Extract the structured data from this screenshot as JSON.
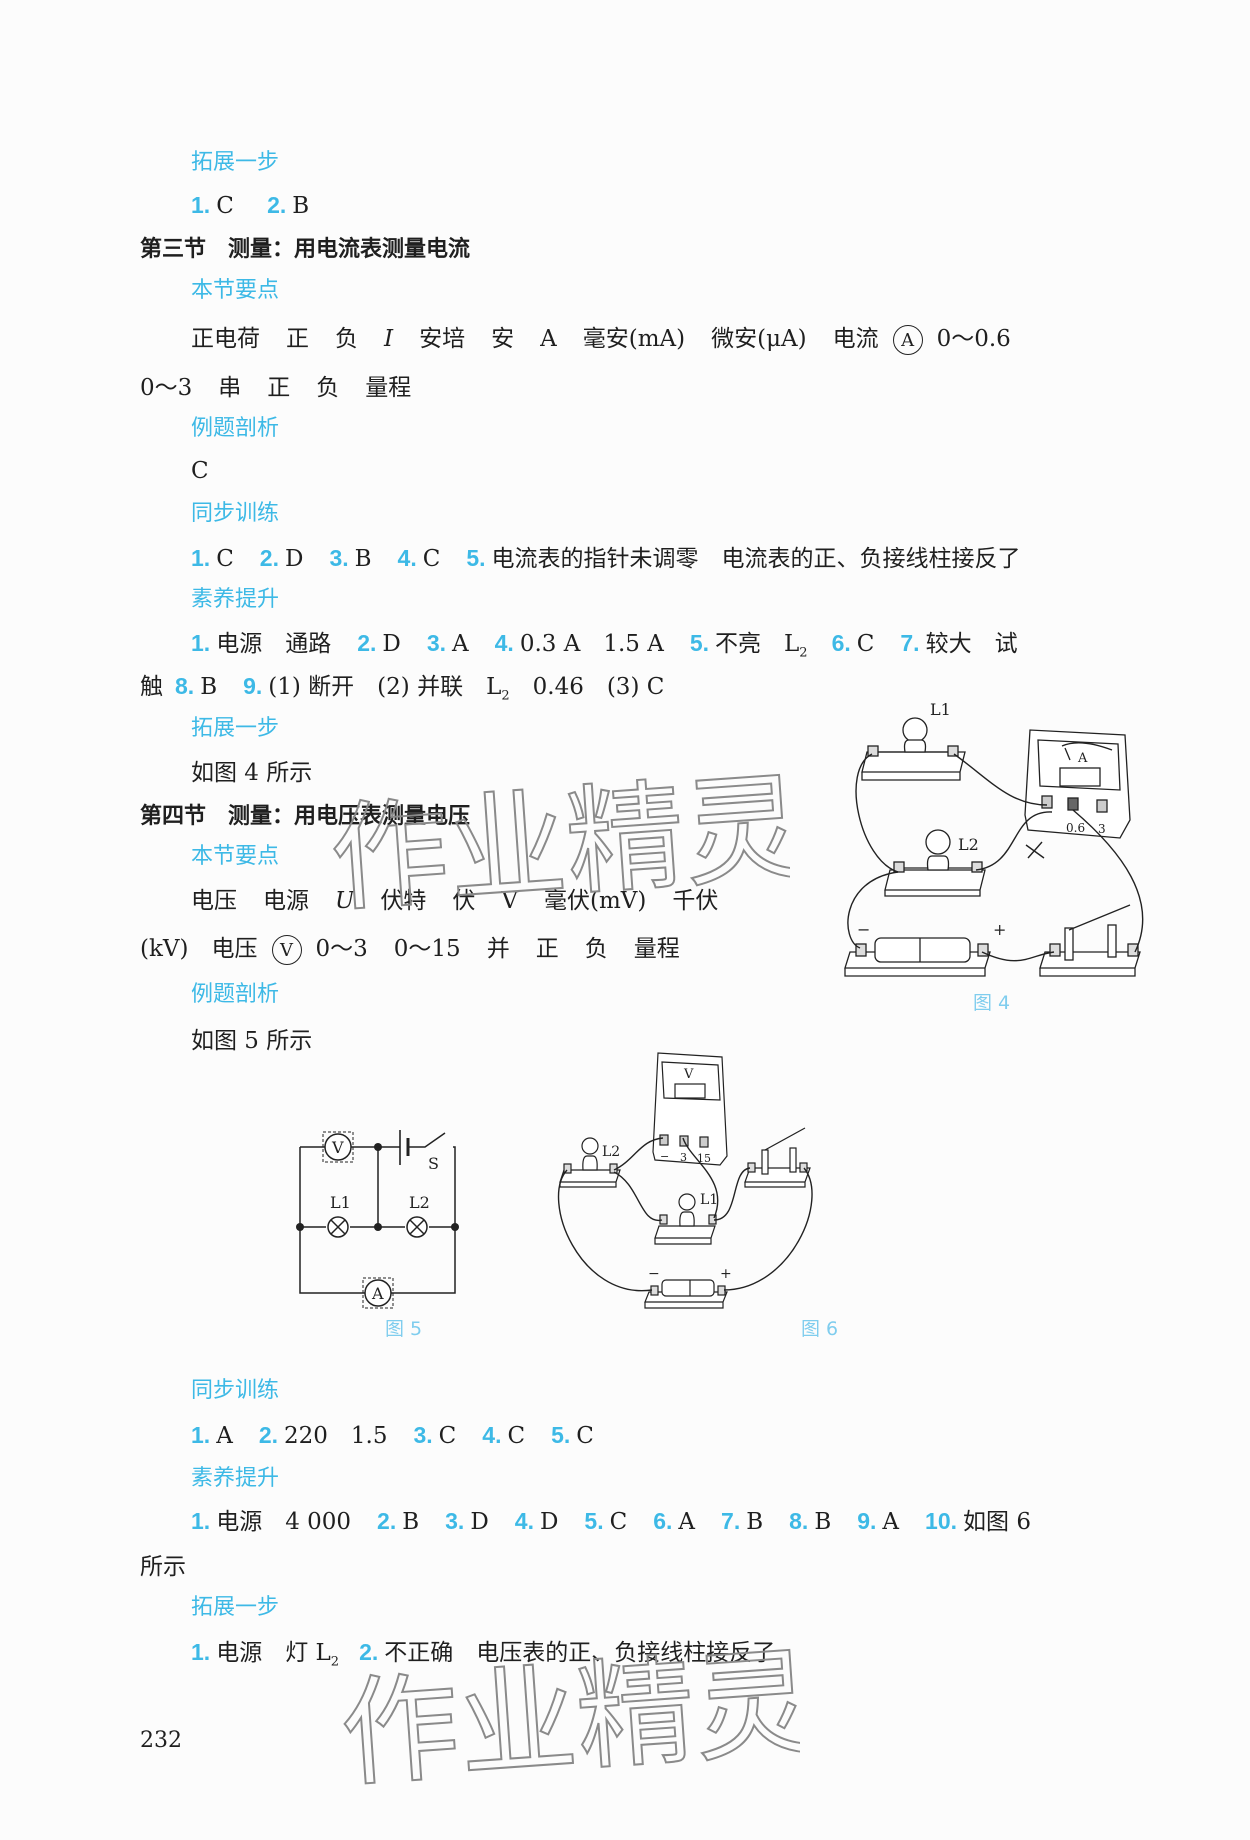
{
  "sec2_ext": {
    "title": "拓展一步",
    "answers": [
      {
        "n": "1.",
        "a": "C"
      },
      {
        "n": "2.",
        "a": "B"
      }
    ]
  },
  "sec3": {
    "title": "第三节　测量：用电流表测量电流",
    "keypoints_title": "本节要点",
    "keypoints_line1": [
      "正电荷",
      "正",
      "负",
      "I",
      "安培",
      "安",
      "A",
      "毫安(mA)",
      "微安(μA)",
      "电流"
    ],
    "meter_symbol": "A",
    "keypoints_line1_end": "0～0.6",
    "keypoints_line2": [
      "0～3",
      "串",
      "正",
      "负",
      "量程"
    ],
    "example_title": "例题剖析",
    "example_answer": "C",
    "sync_title": "同步训练",
    "sync_answers": [
      {
        "n": "1.",
        "a": "C"
      },
      {
        "n": "2.",
        "a": "D"
      },
      {
        "n": "3.",
        "a": "B"
      },
      {
        "n": "4.",
        "a": "C"
      },
      {
        "n": "5.",
        "a": "电流表的指针未调零　电流表的正、负接线柱接反了"
      }
    ],
    "improve_title": "素养提升",
    "improve_line1": [
      {
        "n": "1.",
        "a": "电源　通路"
      },
      {
        "n": "2.",
        "a": "D"
      },
      {
        "n": "3.",
        "a": "A"
      },
      {
        "n": "4.",
        "a": "0.3 A　1.5 A"
      },
      {
        "n": "5.",
        "a": "不亮　L"
      },
      {
        "n": "6.",
        "a": "C"
      },
      {
        "n": "7.",
        "a": "较大　试"
      }
    ],
    "improve_line2_start": "触",
    "improve_line2": [
      {
        "n": "8.",
        "a": "B"
      },
      {
        "n": "9.",
        "a": "(1) 断开　(2) 并联　L"
      }
    ],
    "improve_line2_tail": "0.46　(3) C",
    "ext_title": "拓展一步",
    "ext_answer": "如图 4 所示"
  },
  "sec4": {
    "title": "第四节　测量：用电压表测量电压",
    "keypoints_title": "本节要点",
    "keypoints_line1": [
      "电压",
      "电源",
      "U",
      "伏特",
      "伏",
      "V",
      "毫伏(mV)",
      "千伏"
    ],
    "keypoints_line2_start": "(kV)　电压",
    "meter_symbol": "V",
    "keypoints_line2": [
      "0～3",
      "0～15",
      "并",
      "正",
      "负",
      "量程"
    ],
    "example_title": "例题剖析",
    "example_answer": "如图 5 所示",
    "sync_title": "同步训练",
    "sync_answers": [
      {
        "n": "1.",
        "a": "A"
      },
      {
        "n": "2.",
        "a": "220　1.5"
      },
      {
        "n": "3.",
        "a": "C"
      },
      {
        "n": "4.",
        "a": "C"
      },
      {
        "n": "5.",
        "a": "C"
      }
    ],
    "improve_title": "素养提升",
    "improve_answers": [
      {
        "n": "1.",
        "a": "电源　4 000"
      },
      {
        "n": "2.",
        "a": "B"
      },
      {
        "n": "3.",
        "a": "D"
      },
      {
        "n": "4.",
        "a": "D"
      },
      {
        "n": "5.",
        "a": "C"
      },
      {
        "n": "6.",
        "a": "A"
      },
      {
        "n": "7.",
        "a": "B"
      },
      {
        "n": "8.",
        "a": "B"
      },
      {
        "n": "9.",
        "a": "A"
      },
      {
        "n": "10.",
        "a": "如图 6"
      }
    ],
    "improve_wrap": "所示",
    "ext_title": "拓展一步",
    "ext_answers": [
      {
        "n": "1.",
        "a": "电源　灯 L"
      },
      {
        "n": "2.",
        "a": "不正确　电压表的正、负接线柱接反了"
      }
    ]
  },
  "figures": {
    "fig4": {
      "caption": "图 4",
      "labels": {
        "l1": "L1",
        "l2": "L2",
        "minus": "−",
        "plus": "+",
        "t1": "0.6",
        "t2": "3",
        "meter": "A"
      }
    },
    "fig5": {
      "caption": "图 5",
      "labels": {
        "v": "V",
        "a": "A",
        "s": "S",
        "l1": "L1",
        "l2": "L2"
      }
    },
    "fig6": {
      "caption": "图 6",
      "labels": {
        "l1": "L1",
        "l2": "L2",
        "meter": "V",
        "t0": "−",
        "t1": "3",
        "t2": "15",
        "minus": "−",
        "plus": "+"
      }
    }
  },
  "page_number": "232",
  "watermark": "作业精灵",
  "colors": {
    "accent": "#3db9e6",
    "text": "#1f1f1f"
  }
}
